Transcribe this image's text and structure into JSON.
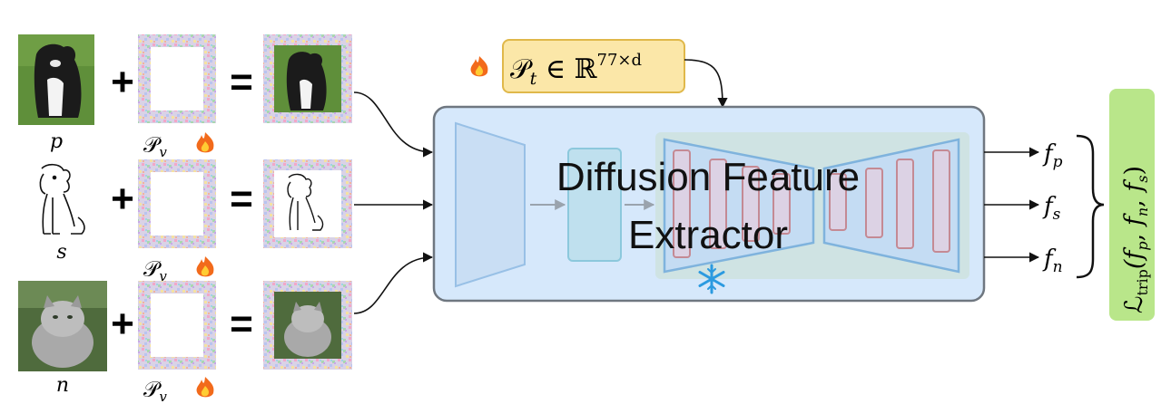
{
  "rows": [
    {
      "label": "p",
      "prompt_label": "𝒫",
      "prompt_sub": "v"
    },
    {
      "label": "s",
      "prompt_label": "𝒫",
      "prompt_sub": "v"
    },
    {
      "label": "n",
      "prompt_label": "𝒫",
      "prompt_sub": "v"
    }
  ],
  "operators": {
    "plus": "+",
    "equals": "="
  },
  "text_prompt": {
    "label": "𝒫",
    "sub": "t",
    "rest": " ∈ ℝ",
    "sup": "77×d"
  },
  "extractor": {
    "title_line1": "Diffusion Feature",
    "title_line2": "Extractor"
  },
  "outputs": [
    {
      "name": "f",
      "sub": "p"
    },
    {
      "name": "f",
      "sub": "s"
    },
    {
      "name": "f",
      "sub": "n"
    }
  ],
  "loss": {
    "symbol": "ℒ",
    "sub": "trip",
    "args": "(f",
    "a1": "p",
    "a2": "n",
    "a3": "s"
  },
  "icons": {
    "fire": "fire-icon",
    "snowflake": "snowflake-icon"
  },
  "colors": {
    "loss_bg": "#b9e68a",
    "prompt_bg": "#fbe7a8",
    "prompt_border": "#e0b84a",
    "extractor_bg": "#d6e8fb",
    "extractor_border": "#6f7780",
    "unet_fill": "#c4dcf3",
    "unet_border": "#7fb3dd",
    "bar_border": "#c48a94",
    "freeze": "#2b9ae0"
  }
}
